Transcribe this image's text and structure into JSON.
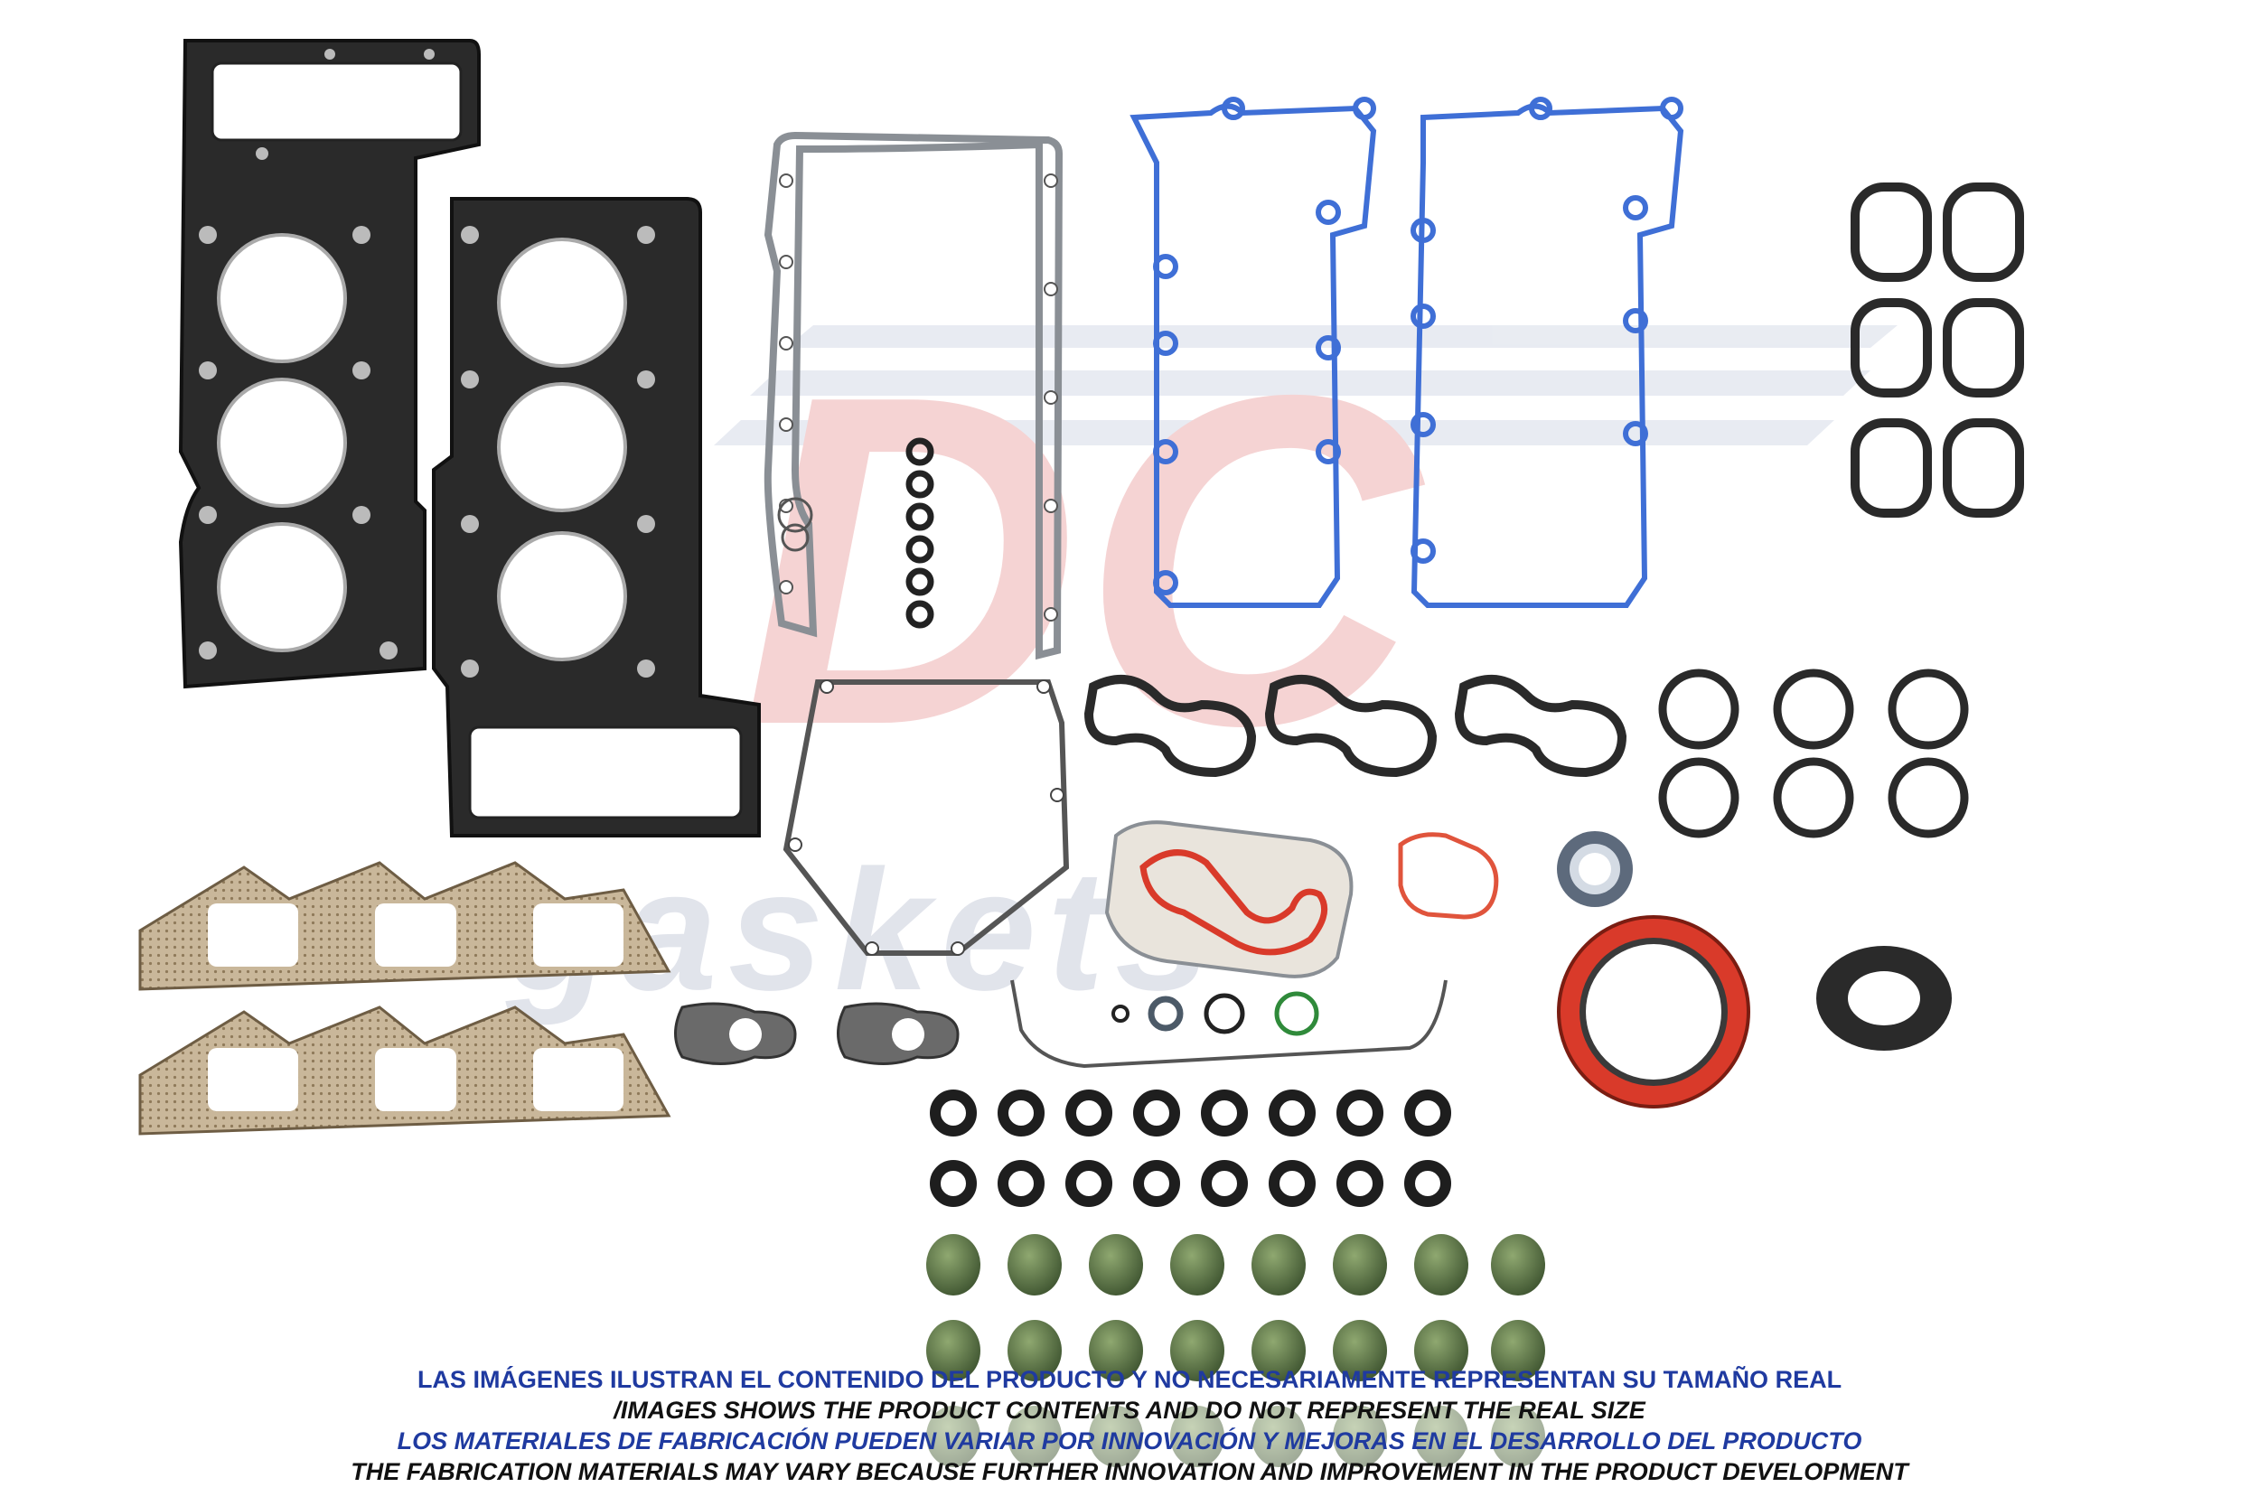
{
  "watermark": {
    "logo_letters": "DC",
    "logo_word": "gaskets"
  },
  "colors": {
    "gasket_black": "#1e1e1e",
    "valve_cover_blue": "#3f6fd6",
    "seal_red": "#d93a2a",
    "seal_orange": "#e0543c",
    "orange_ring": "#e06a3a",
    "seal_green": "#5e7a45",
    "ring_green": "#2f8a3a",
    "metal_gray": "#8a8f95",
    "text_blue": "#1f3aa0",
    "text_black": "#111111"
  },
  "caption": {
    "line1": "LAS IMÁGENES ILUSTRAN EL CONTENIDO DEL PRODUCTO Y NO NECESARIAMENTE REPRESENTAN SU TAMAÑO REAL",
    "line2": "/IMAGES SHOWS THE PRODUCT CONTENTS AND DO NOT REPRESENT THE REAL SIZE",
    "line3": "LOS MATERIALES DE FABRICACIÓN PUEDEN VARIAR POR INNOVACIÓN Y MEJORAS EN EL DESARROLLO DEL PRODUCTO",
    "line4": "THE FABRICATION MATERIALS MAY VARY BECAUSE FURTHER INNOVATION AND IMPROVEMENT IN THE PRODUCT DEVELOPMENT"
  }
}
